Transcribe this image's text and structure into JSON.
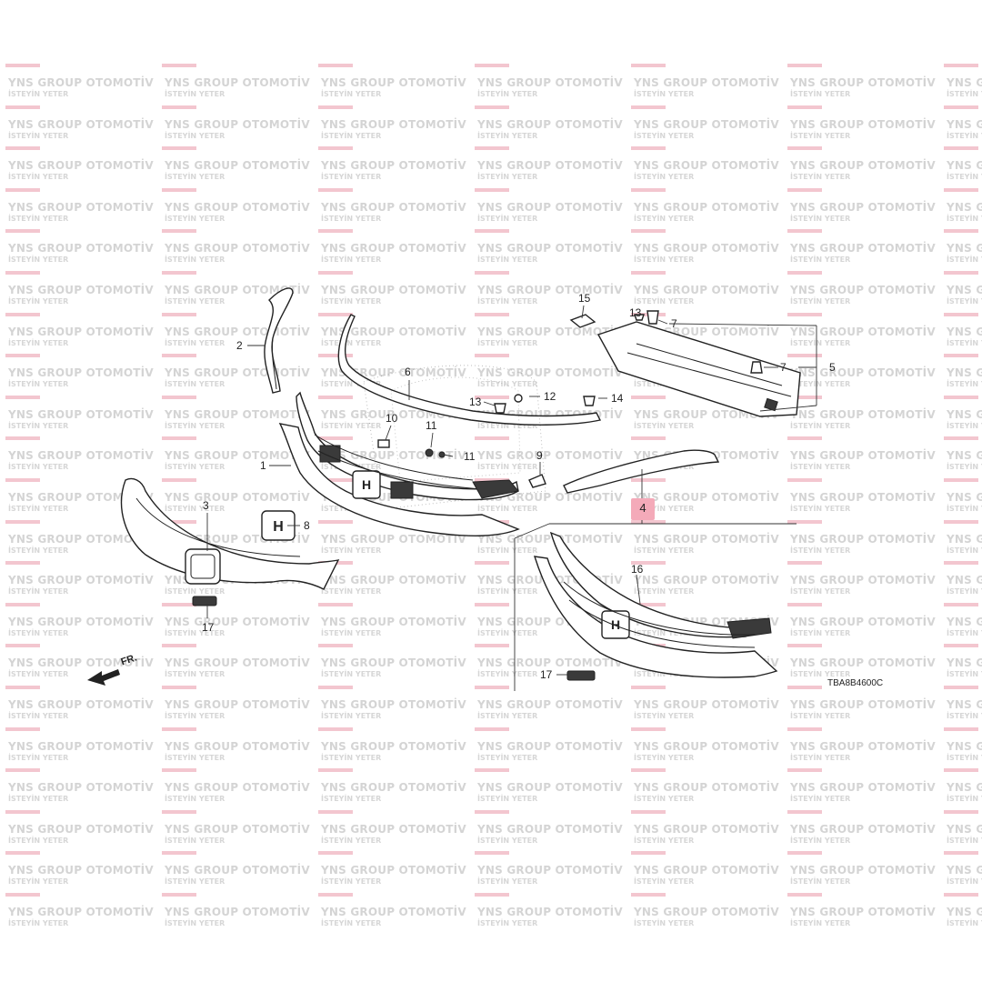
{
  "watermark": {
    "line1": "YNS GROUP OTOMOTİV",
    "line2": "İSTEYİN YETER"
  },
  "diagram": {
    "code": "TBA8B4600C",
    "direction_label": "FR.",
    "highlighted_callout": "4",
    "callouts": {
      "c1": "1",
      "c2": "2",
      "c3": "3",
      "c5": "5",
      "c6": "6",
      "c7a": "7",
      "c7b": "7",
      "c8": "8",
      "c9": "9",
      "c10": "10",
      "c11a": "11",
      "c11b": "11",
      "c12": "12",
      "c13a": "13",
      "c13b": "13",
      "c14": "14",
      "c15": "15",
      "c16": "16",
      "c17a": "17",
      "c17b": "17"
    },
    "colors": {
      "highlight": "#f4aab9",
      "watermark_bar": "#f3c6cf"
    }
  }
}
